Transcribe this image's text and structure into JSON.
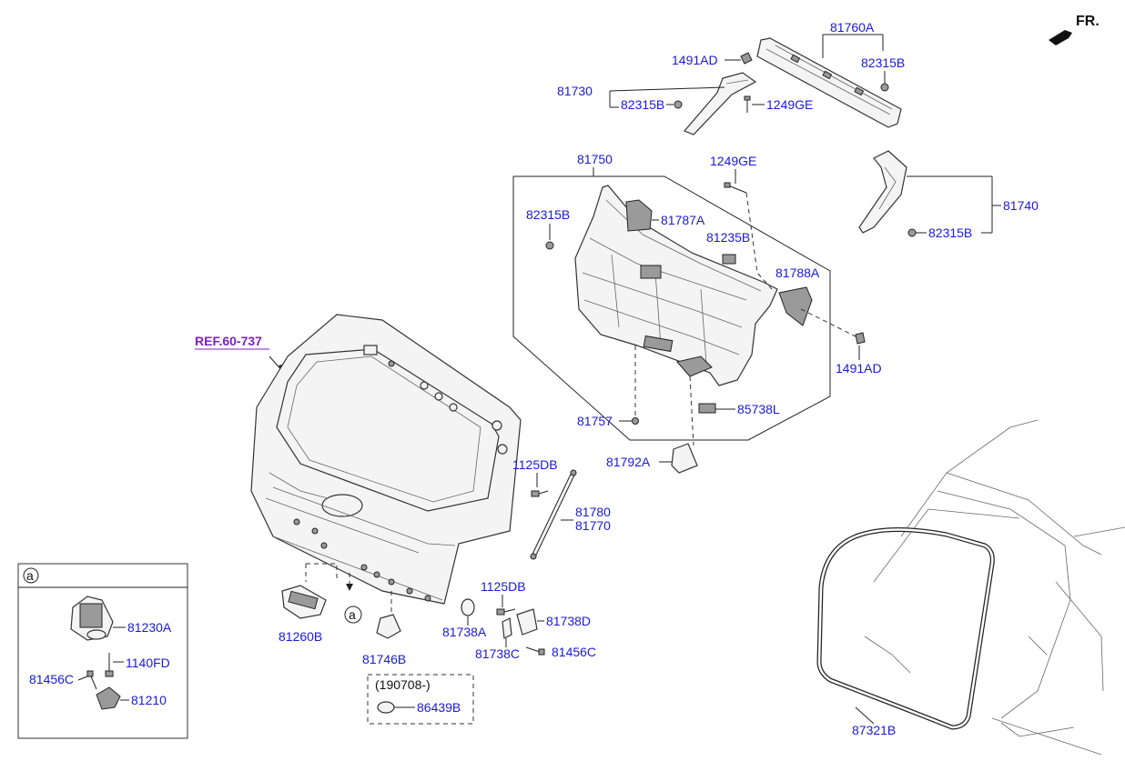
{
  "orientation": {
    "text": "FR."
  },
  "reference": {
    "text": "REF.60-737"
  },
  "detail_marker": {
    "symbol": "a"
  },
  "callout_marker": {
    "symbol": "a"
  },
  "variant": {
    "date_code": "(190708-)"
  },
  "labels": {
    "p81760A": "81760A",
    "p1491AD_top": "1491AD",
    "p82315B_top_right": "82315B",
    "p81730": "81730",
    "p82315B_top_left": "82315B",
    "p1249GE_top": "1249GE",
    "p81750": "81750",
    "p1249GE_mid": "1249GE",
    "p81740": "81740",
    "p82315B_mid_left": "82315B",
    "p81787A": "81787A",
    "p81235B": "81235B",
    "p82315B_mid_right": "82315B",
    "p81788A": "81788A",
    "p1491AD_mid": "1491AD",
    "p81757": "81757",
    "p85738L": "85738L",
    "p81792A": "81792A",
    "p1125DB_a": "1125DB",
    "p81780": "81780",
    "p81770": "81770",
    "p1125DB_b": "1125DB",
    "p81738D": "81738D",
    "p81738A": "81738A",
    "p81738C": "81738C",
    "p81456C_right": "81456C",
    "p81260B": "81260B",
    "p81746B": "81746B",
    "p86439B": "86439B",
    "p81230A": "81230A",
    "p1140FD": "1140FD",
    "p81456C_left": "81456C",
    "p81210": "81210",
    "p87321B": "87321B"
  }
}
